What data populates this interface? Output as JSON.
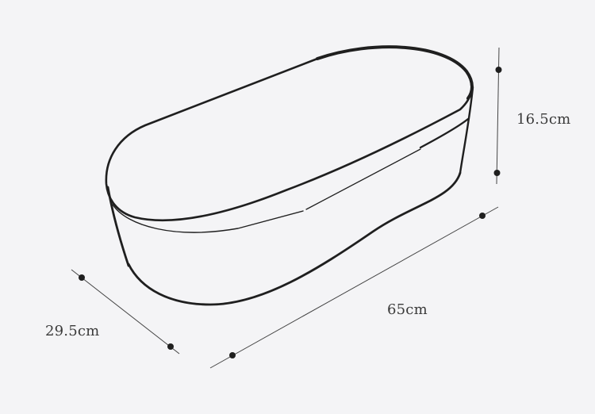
{
  "dimensions": {
    "height": "16.5cm",
    "length": "65cm",
    "width": "29.5cm"
  },
  "colors": {
    "background": "#f4f4f6",
    "outline": "#1f1f1f",
    "guide_line": "#444444",
    "text": "#3a3a3a"
  }
}
